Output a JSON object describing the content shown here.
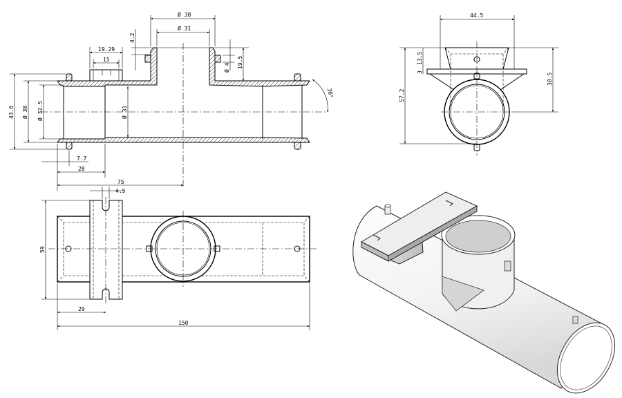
{
  "drawing": {
    "front_section": {
      "dims": {
        "outer_branch_dia": "Ø 38",
        "inner_branch_dia": "Ø 31",
        "lip_height": "4.2",
        "boss_width": "19.29",
        "boss_inner": "15",
        "pin_dia": "Ø 4",
        "branch_height": "19.5",
        "flange_dia": "43.6",
        "pipe_outer_dia": "Ø 38",
        "socket_dia": "Ø 32.5",
        "bore_dia": "Ø 31",
        "chamfer_angle": "30°",
        "flange_offset": "7.7",
        "socket_depth": "28",
        "half_length": "75"
      }
    },
    "side_view": {
      "dims": {
        "bracket_width": "44.5",
        "bracket_height": "13.5",
        "plate_thickness": "3",
        "total_height": "57.2",
        "axis_height": "38.5"
      }
    },
    "top_view": {
      "dims": {
        "slot_width": "4.5",
        "bracket_length": "59",
        "bracket_position": "29",
        "total_length": "150"
      }
    }
  }
}
